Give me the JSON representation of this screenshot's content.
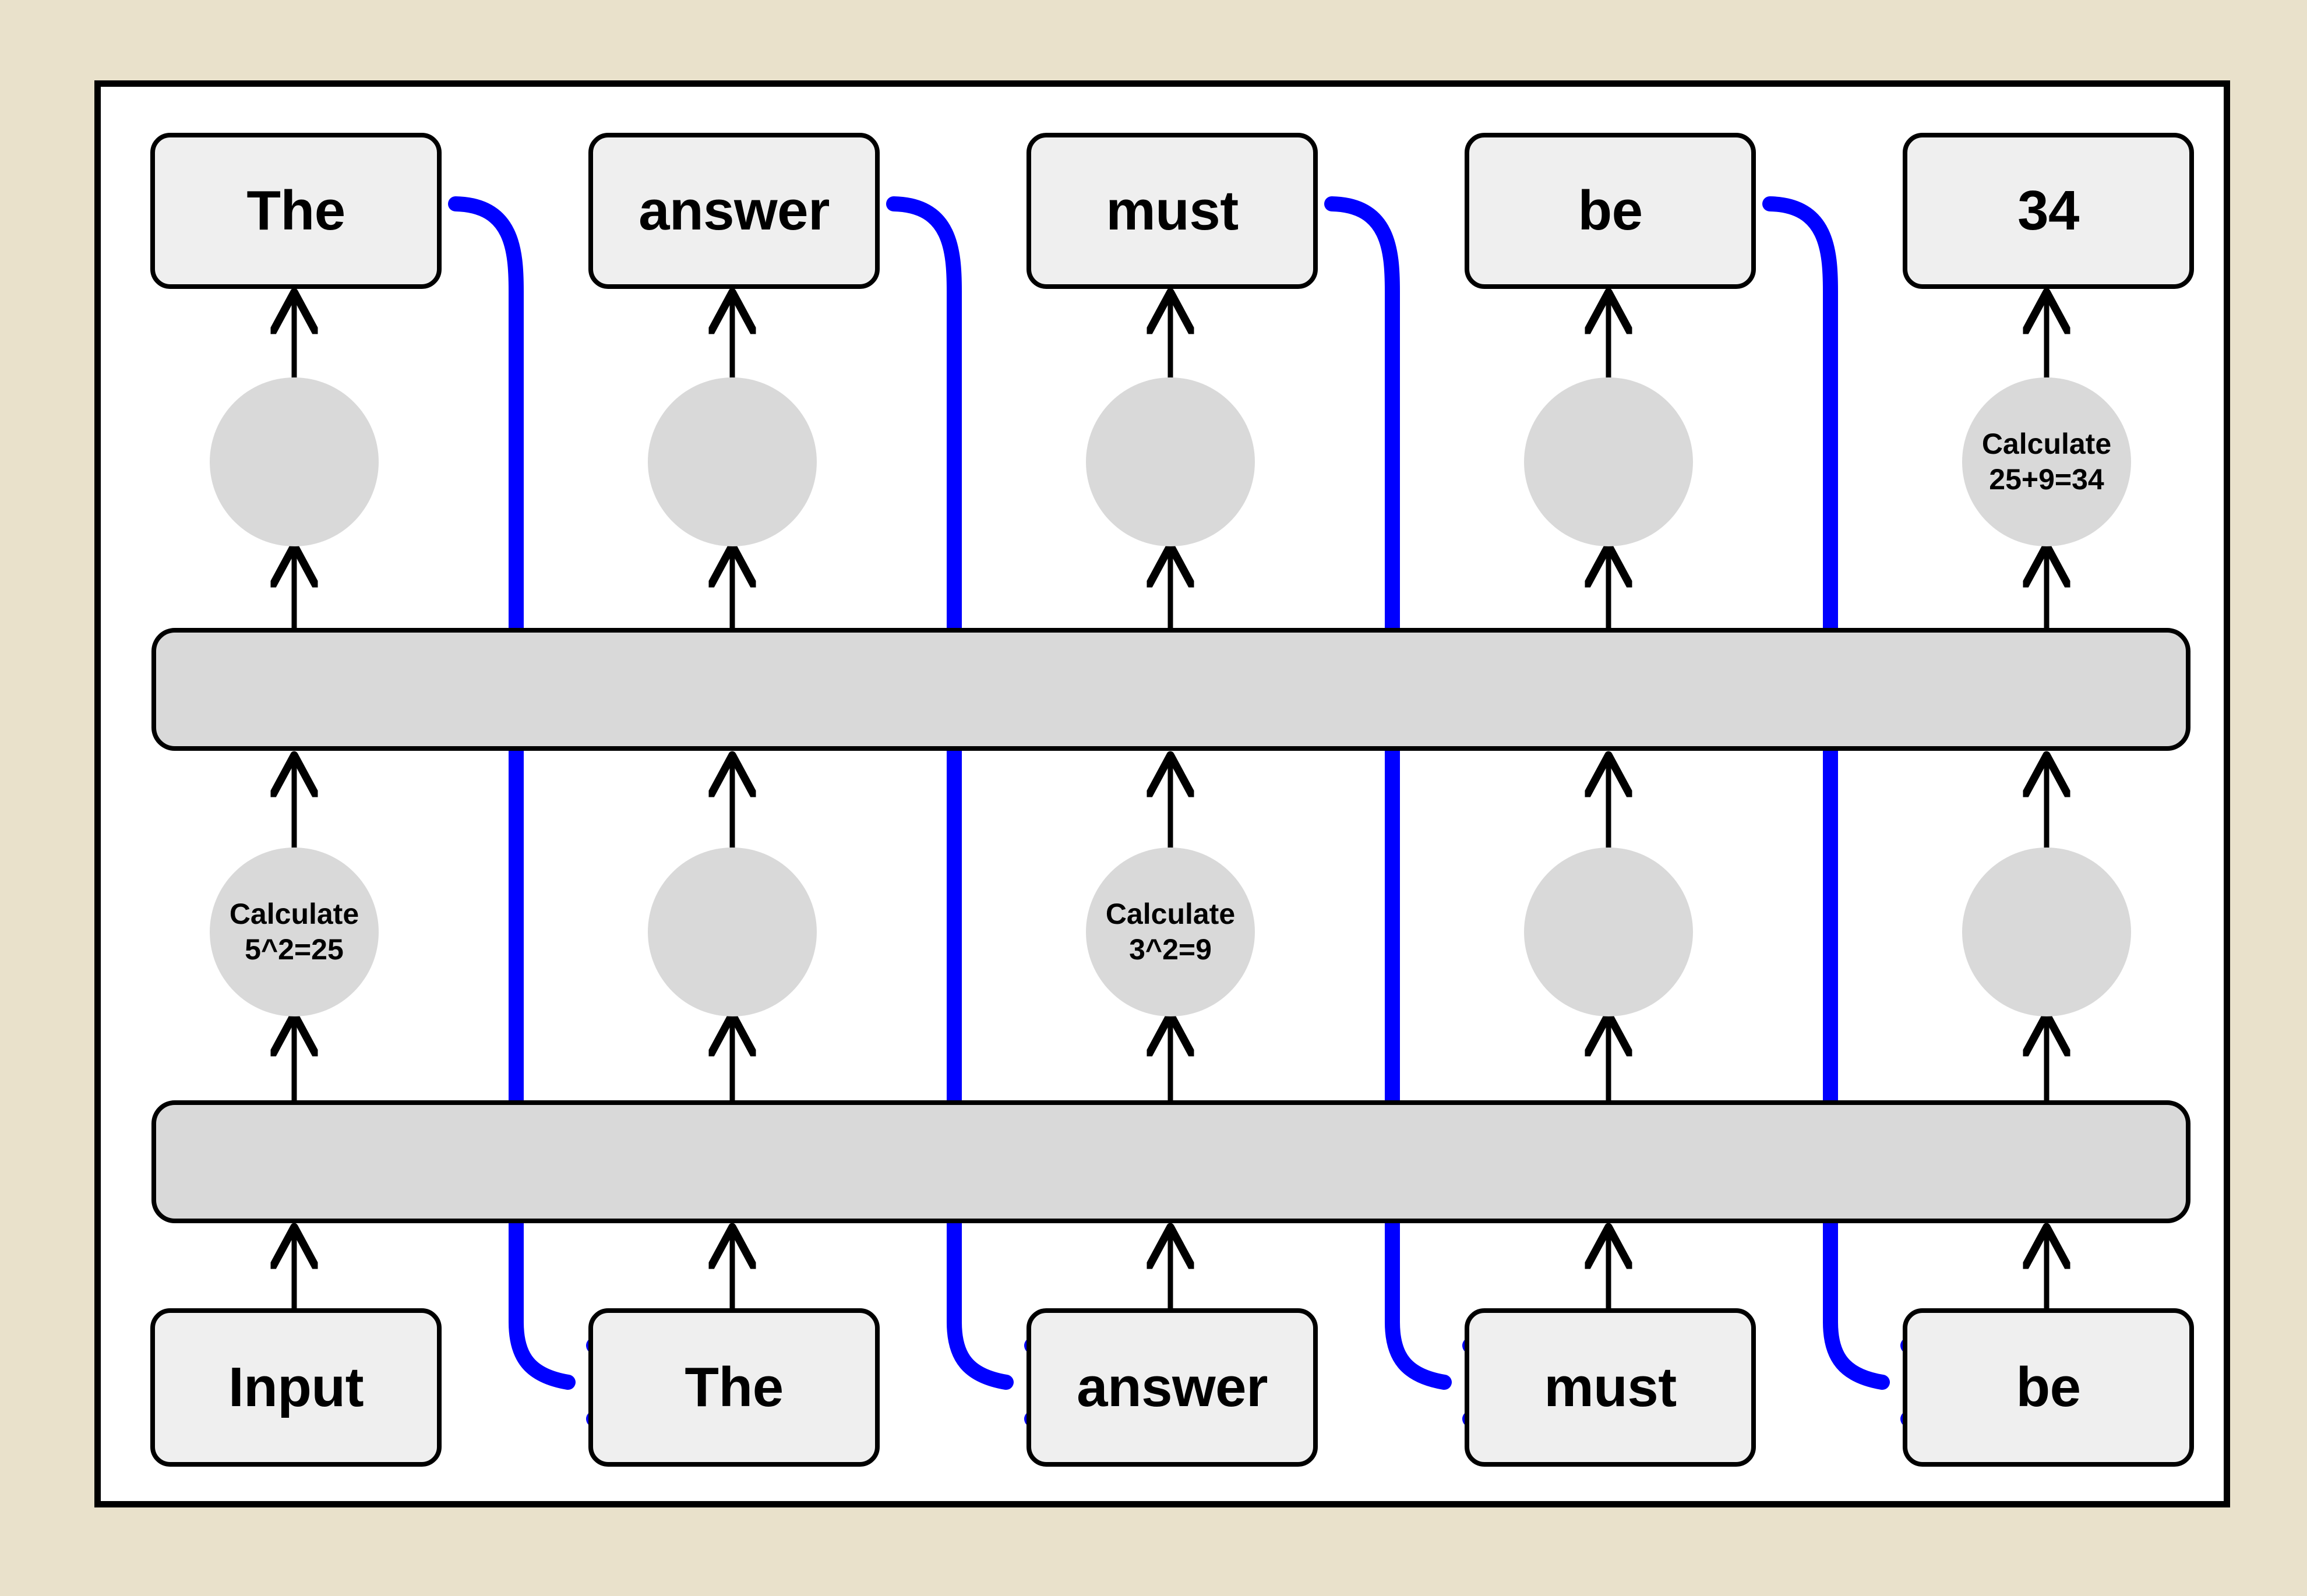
{
  "diagram": {
    "title": "transformer-token-generation-diagram",
    "background_color": "#e9e1cb",
    "frame_color": "#000000",
    "box_fill": "#efefef",
    "circle_fill": "#d9d9d9",
    "bar_fill": "#d9d9d9",
    "recurrence_arrow_color": "#0000ff"
  },
  "output_row": {
    "label": "output-tokens",
    "tokens": [
      "The",
      "answer",
      "must",
      "be",
      "34"
    ]
  },
  "input_row": {
    "label": "input-tokens",
    "tokens": [
      "Input",
      "The",
      "answer",
      "must",
      "be"
    ]
  },
  "upper_circles": [
    {
      "line1": "",
      "line2": ""
    },
    {
      "line1": "",
      "line2": ""
    },
    {
      "line1": "",
      "line2": ""
    },
    {
      "line1": "",
      "line2": ""
    },
    {
      "line1": "Calculate",
      "line2": "25+9=34"
    }
  ],
  "lower_circles": [
    {
      "line1": "Calculate",
      "line2": "5^2=25"
    },
    {
      "line1": "",
      "line2": ""
    },
    {
      "line1": "Calculate",
      "line2": "3^2=9"
    },
    {
      "line1": "",
      "line2": ""
    },
    {
      "line1": "",
      "line2": ""
    }
  ],
  "layers": [
    {
      "name": "upper-attention-layer",
      "label": ""
    },
    {
      "name": "lower-attention-layer",
      "label": ""
    }
  ],
  "recurrence_arrows": [
    {
      "from": "The",
      "to": "The"
    },
    {
      "from": "answer",
      "to": "answer"
    },
    {
      "from": "must",
      "to": "must"
    },
    {
      "from": "be",
      "to": "be"
    }
  ]
}
